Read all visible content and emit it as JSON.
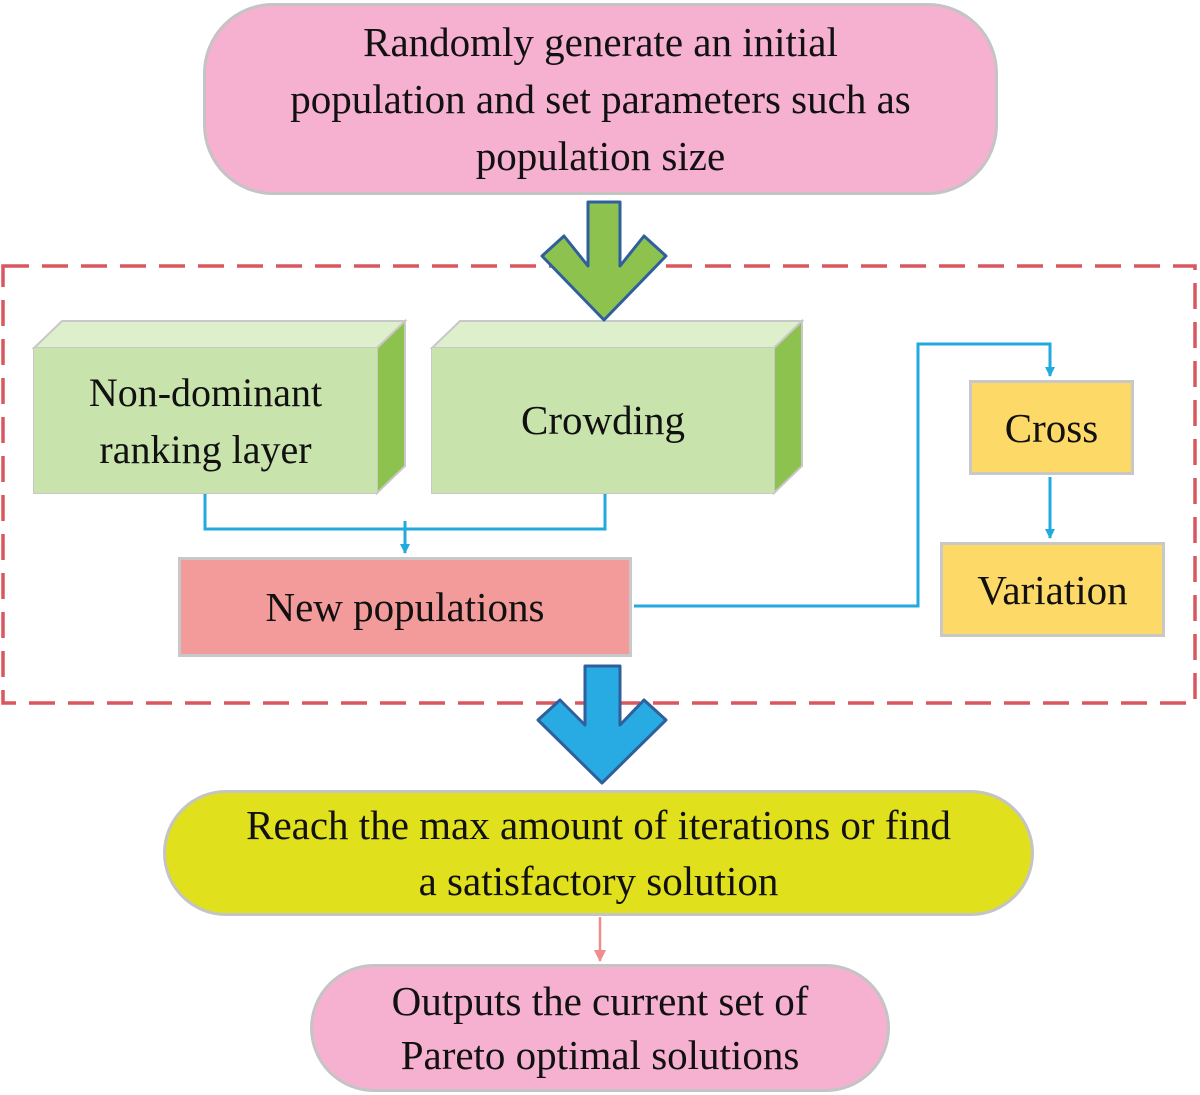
{
  "diagram": {
    "nodes": {
      "start": {
        "lines": [
          "Randomly generate an initial",
          "population and set parameters such as",
          "population size"
        ],
        "fill": "#f6b0d0"
      },
      "nondominant": {
        "lines": [
          "Non-dominant",
          "ranking layer"
        ],
        "fill": "#c9e3ac"
      },
      "crowding": {
        "lines": [
          "Crowding"
        ],
        "fill": "#c9e3ac"
      },
      "new_populations": {
        "lines": [
          "New populations"
        ],
        "fill": "#f39a9a"
      },
      "cross": {
        "lines": [
          "Cross"
        ],
        "fill": "#fdd968"
      },
      "variation": {
        "lines": [
          "Variation"
        ],
        "fill": "#fdd968"
      },
      "reach": {
        "lines": [
          "Reach the max amount of iterations or find",
          "a satisfactory solution"
        ],
        "fill": "#e0e01c"
      },
      "output": {
        "lines": [
          "Outputs the current set of",
          "Pareto optimal solutions"
        ],
        "fill": "#f6b0d0"
      }
    },
    "edges": [
      {
        "from": "start",
        "to": "loop",
        "style": "big-arrow",
        "color": "#8dc24f"
      },
      {
        "from": "nondominant",
        "to": "new_populations",
        "color": "#22aadf"
      },
      {
        "from": "crowding",
        "to": "new_populations",
        "color": "#22aadf"
      },
      {
        "from": "new_populations",
        "to": "cross",
        "color": "#22aadf"
      },
      {
        "from": "cross",
        "to": "variation",
        "color": "#22aadf"
      },
      {
        "from": "loop",
        "to": "reach",
        "style": "big-arrow",
        "color": "#27abe2"
      },
      {
        "from": "reach",
        "to": "output",
        "color": "#f08c8c"
      }
    ],
    "loop_border_color": "#d9575f"
  }
}
